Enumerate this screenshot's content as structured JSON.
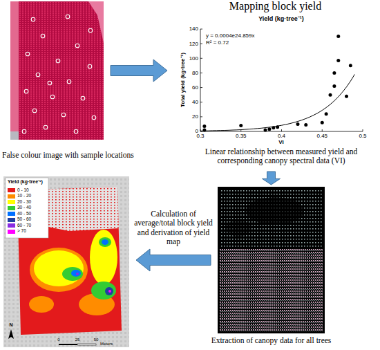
{
  "diagram": {
    "nodes": [
      {
        "text": [
          "False colour image with sample locations"
        ]
      },
      {
        "text": [
          "Mapping block yield",
          "Linear relationship between measured yield and corresponding canopy spectral data (VI)"
        ]
      },
      {
        "text": [
          "Extraction of canopy data for all trees"
        ]
      },
      {
        "text": [
          "Yield (kg·tree⁻¹)"
        ]
      }
    ],
    "edges": [
      {
        "from": 0,
        "to": 1,
        "arrow": "to"
      },
      {
        "from": 1,
        "to": 2,
        "arrow": "to"
      },
      {
        "from": 2,
        "to": 3,
        "arrow": "to",
        "label": "Calculation of average/total block yield and derivation of yield map"
      }
    ],
    "labels": [
      "Yield (kg·tree⁻¹)",
      "y = 0.0004e24.859x",
      "R² = 0.72",
      "Total yield (kg·tree⁻¹)",
      "VI",
      "0",
      "20",
      "40",
      "60",
      "80",
      "100",
      "120",
      "140",
      "0.3",
      "0.35",
      "0.4",
      "0.45",
      "0.5",
      "N",
      "0",
      "25",
      "50",
      "Meters"
    ],
    "legend": [
      {
        "text": "0 - 10",
        "color": "#e31a1c"
      },
      {
        "text": "10 - 20",
        "color": "#ff8c00"
      },
      {
        "text": "20 - 30",
        "color": "#ffff00"
      },
      {
        "text": "30 - 40",
        "color": "#33cc33"
      },
      {
        "text": "40 - 50",
        "color": "#0070ff"
      },
      {
        "text": "50 - 60",
        "color": "#1f3f9f"
      },
      {
        "text": "60 - 70",
        "color": "#8a2be2"
      },
      {
        "text": "> 70",
        "color": "#ff00ff"
      }
    ]
  }
}
